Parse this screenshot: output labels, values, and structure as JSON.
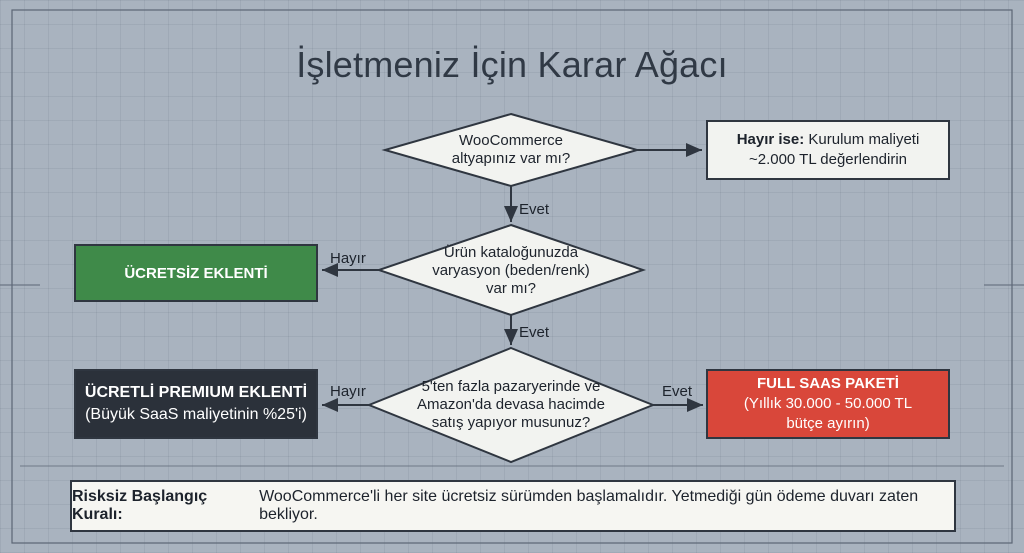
{
  "title": "İşletmeniz İçin Karar Ağacı",
  "decisions": {
    "d1": [
      "WooCommerce",
      "altyapınız var mı?"
    ],
    "d2": [
      "Ürün kataloğunuzda",
      "varyasyon (beden/renk)",
      "var mı?"
    ],
    "d3": [
      "5'ten fazla pazaryerinde ve",
      "Amazon'da devasa hacimde",
      "satış yapıyor musunuz?"
    ]
  },
  "outcomes": {
    "no_woocommerce": {
      "bold": "Hayır ise:",
      "line1_rest": " Kurulum maliyeti",
      "line2": "~2.000 TL değerlendirin"
    },
    "free_plugin": "ÜCRETSİZ EKLENTİ",
    "premium_plugin": {
      "line1": "ÜCRETLİ PREMIUM EKLENTİ",
      "line2": "(Büyük SaaS maliyetinin %25'i)"
    },
    "full_saas": {
      "line1": "FULL SAAS PAKETİ",
      "line2": "(Yıllık 30.000 - 50.000 TL",
      "line3": "bütçe ayırın)"
    }
  },
  "edge_labels": {
    "yes1": "Evet",
    "no2": "Hayır",
    "yes2": "Evet",
    "no3": "Hayır",
    "yes3": "Evet"
  },
  "footer": {
    "bold": "Risksiz Başlangıç Kuralı:",
    "text": "WooCommerce'li her site ücretsiz sürümden başlamalıdır. Yetmediği gün ödeme duvarı zaten bekliyor."
  },
  "colors": {
    "background": "#a9b3bf",
    "green": "#3f8a49",
    "dark": "#2b313a",
    "red": "#d9473a",
    "box": "#f2f3f0"
  }
}
